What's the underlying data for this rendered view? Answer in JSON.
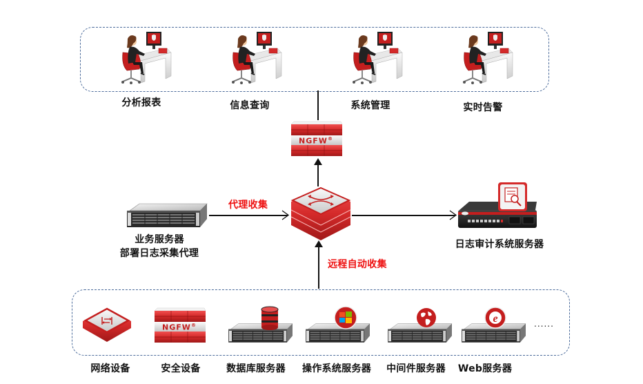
{
  "top_group": {
    "items": [
      {
        "label": "分析报表",
        "icon": "operator-workstation-icon"
      },
      {
        "label": "信息查询",
        "icon": "operator-workstation-icon"
      },
      {
        "label": "系统管理",
        "icon": "operator-workstation-icon"
      },
      {
        "label": "实时告警",
        "icon": "operator-workstation-icon"
      }
    ]
  },
  "firewall": {
    "badge": "NGFW",
    "mark": "®",
    "icon": "ngfw-firewall-icon"
  },
  "router": {
    "icon": "router-hub-icon"
  },
  "agent_server": {
    "label_line1": "业务服务器",
    "label_line2": "部署日志采集代理",
    "icon": "rack-server-icon"
  },
  "audit_server": {
    "label": "日志审计系统服务器",
    "icon": "log-audit-appliance-icon"
  },
  "edges": {
    "agent_collect": "代理收集",
    "remote_collect": "远程自动收集"
  },
  "bottom_group": {
    "items": [
      {
        "label": "网络设备",
        "icon": "network-switch-icon"
      },
      {
        "label": "安全设备",
        "icon": "ngfw-firewall-icon",
        "badge": "NGFW"
      },
      {
        "label": "数据库服务器",
        "icon": "database-server-icon"
      },
      {
        "label": "操作系统服务器",
        "icon": "os-server-icon"
      },
      {
        "label": "中间件服务器",
        "icon": "middleware-server-icon"
      },
      {
        "label": "Web服务器",
        "icon": "web-server-icon"
      }
    ],
    "ellipsis": "......"
  },
  "colors": {
    "accent_red": "#d42a2a",
    "label_red": "#ee1111",
    "dash_border": "#4a6a9a"
  }
}
